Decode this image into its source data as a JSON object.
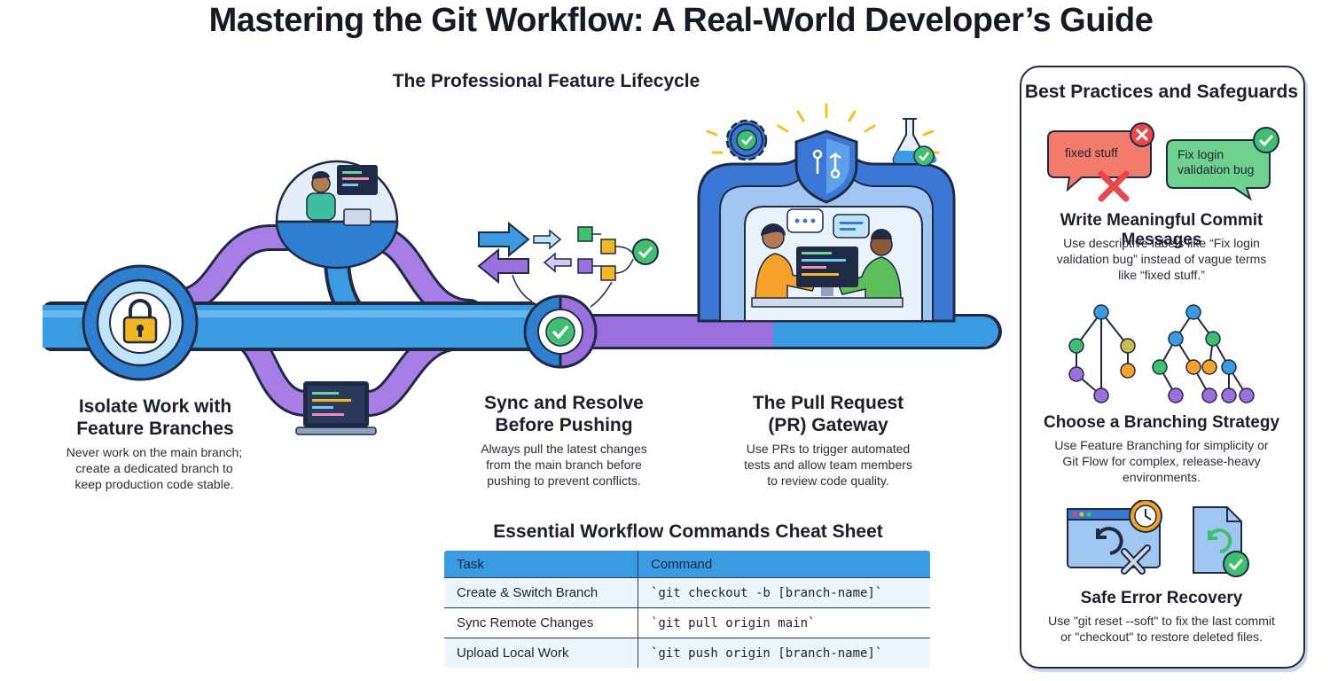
{
  "title": "Mastering the Git Workflow: A Real-World Developer’s Guide",
  "lifecycle": {
    "title": "The Professional Feature Lifecycle",
    "steps": [
      {
        "title_lines": [
          "Isolate Work with",
          "Feature Branches"
        ],
        "desc_lines": [
          "Never work on the main branch;",
          "create a dedicated branch to",
          "keep production code stable."
        ]
      },
      {
        "title_lines": [
          "Sync and Resolve",
          "Before Pushing"
        ],
        "desc_lines": [
          "Always pull the latest changes",
          "from the main branch before",
          "pushing to prevent conflicts."
        ]
      },
      {
        "title_lines": [
          "The Pull Request",
          "(PR) Gateway"
        ],
        "desc_lines": [
          "Use PRs to trigger automated",
          "tests and allow team members",
          "to review code quality."
        ]
      }
    ]
  },
  "cheat_sheet": {
    "title": "Essential Workflow Commands Cheat Sheet",
    "headers": [
      "Task",
      "Command"
    ],
    "rows": [
      [
        "Create & Switch Branch",
        "`git checkout -b [branch-name]`"
      ],
      [
        "Sync Remote Changes",
        "`git pull origin main`"
      ],
      [
        "Upload Local Work",
        "`git push origin [branch-name]`"
      ]
    ]
  },
  "sidebar": {
    "title": "Best Practices and Safeguards",
    "bubbles": {
      "bad": "fixed stuff",
      "good_lines": [
        "Fix login",
        "validation bug"
      ]
    },
    "practices": [
      {
        "title": "Write Meaningful Commit Messages",
        "desc_lines": [
          "Use descriptive labels like “Fix login",
          "validation bug” instead of vague terms",
          "like “fixed stuff.”"
        ]
      },
      {
        "title": "Choose a Branching Strategy",
        "desc_lines": [
          "Use Feature Branching for simplicity or",
          "Git Flow for complex, release-heavy",
          "environments."
        ]
      },
      {
        "title": "Safe Error Recovery",
        "desc_lines": [
          "Use \"git reset --soft\" to fix the last commit",
          "or \"checkout\" to restore deleted files."
        ]
      }
    ]
  },
  "colors": {
    "main_branch": "#3b9be0",
    "feature_branch": "#9b6fdc",
    "success": "#3fbf6f",
    "error": "#e8474b",
    "lock": "#f5b623",
    "outline": "#1f2a44"
  },
  "icons": [
    "lock-icon",
    "developer-bubble-icon",
    "laptop-icon",
    "sync-arrows-icon",
    "checkmark-icon",
    "gear-icon",
    "shield-pr-icon",
    "flask-icon",
    "team-review-icon",
    "branch-tree-icon",
    "undo-window-icon",
    "tools-icon",
    "clock-icon",
    "restore-file-icon",
    "x-icon"
  ]
}
